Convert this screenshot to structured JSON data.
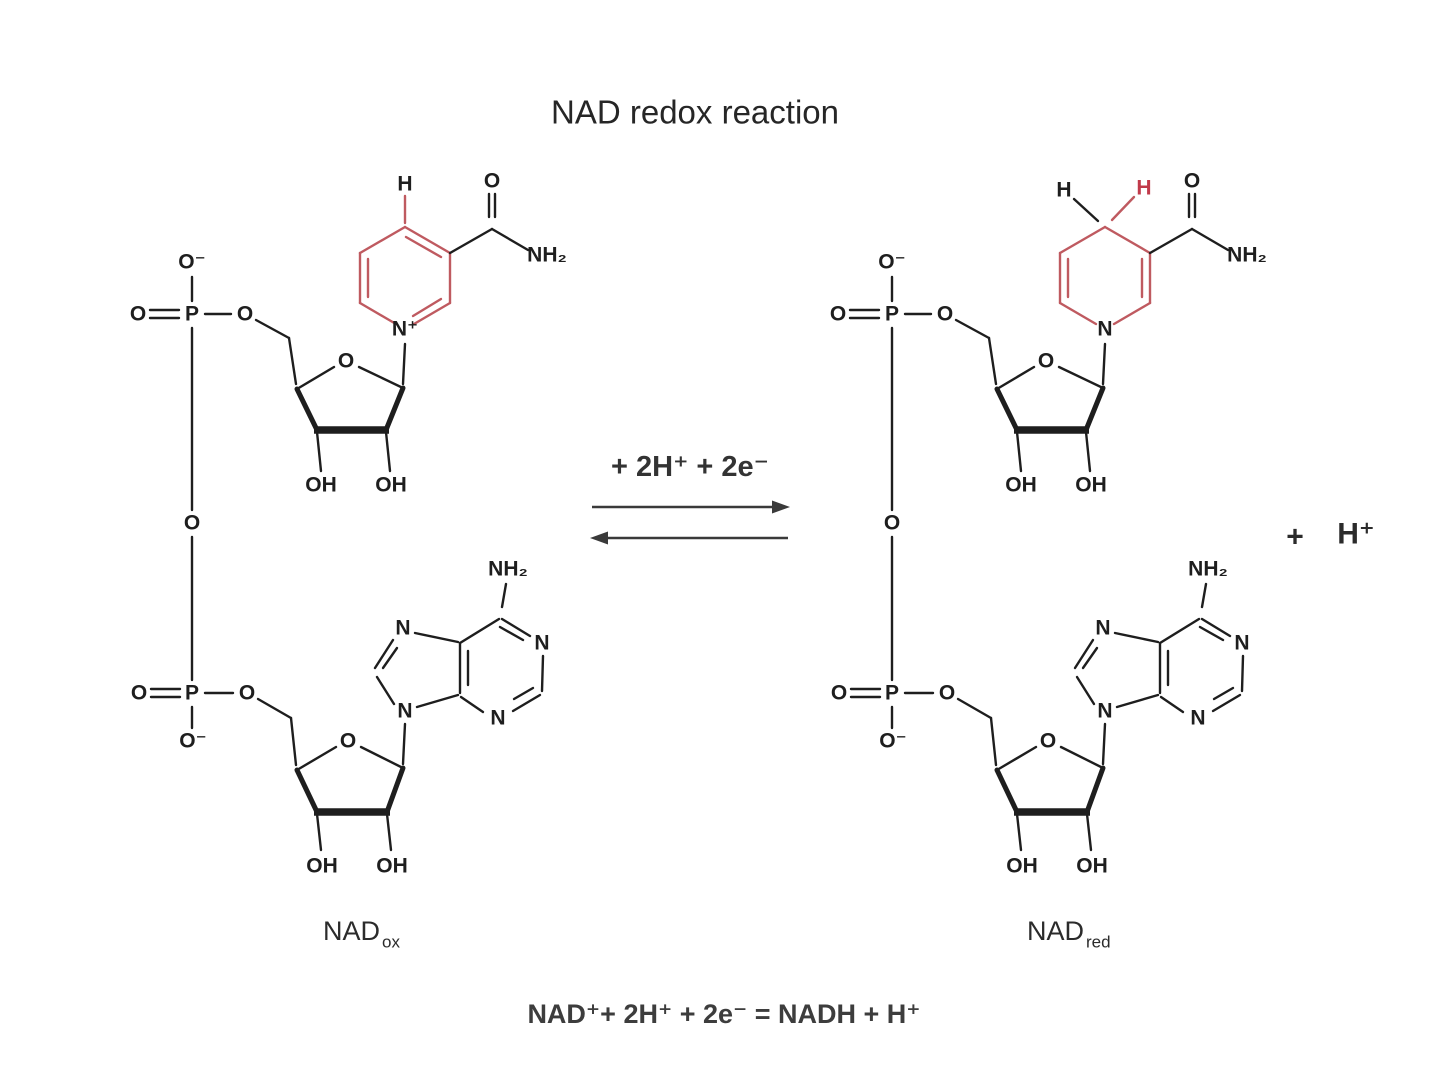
{
  "title": "NAD redox reaction",
  "colors": {
    "ink": "#1e1e1e",
    "highlight": "#bf5a60",
    "red_h": "#c13a4a",
    "arrow": "#3a3a3a",
    "background": "#ffffff"
  },
  "atoms": {
    "O": "O",
    "O_minus": "O⁻",
    "P": "P",
    "OH": "OH",
    "N": "N",
    "N_plus": "N⁺",
    "H": "H",
    "NH2": "NH₂"
  },
  "reaction": {
    "forward_label": "+ 2H⁺ + 2e⁻",
    "plus": "+",
    "proton": "H⁺"
  },
  "molecules": {
    "left": {
      "name": "NAD",
      "state": "ox"
    },
    "right": {
      "name": "NAD",
      "state": "red"
    }
  },
  "equation": "NAD⁺+ 2H⁺ + 2e⁻ = NADH + H⁺"
}
